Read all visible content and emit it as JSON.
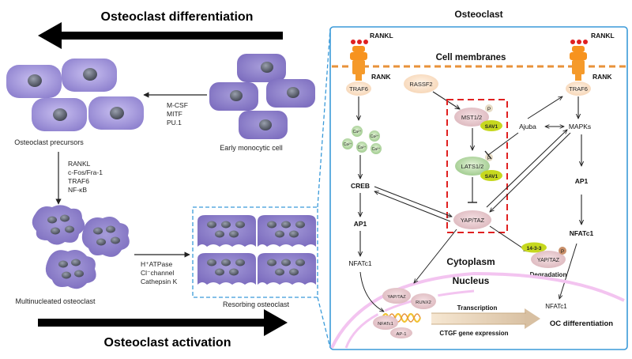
{
  "left": {
    "top_title": "Osteoclast differentiation",
    "bottom_title": "Osteoclast activation",
    "early_label": "Early monocytic cell",
    "precursor_label": "Osteoclast precursors",
    "multi_label": "Multinucleated osteoclast",
    "resorbing_label": "Resorbing osteoclast",
    "factors_1": [
      "M-CSF",
      "MITF",
      "PU.1"
    ],
    "factors_2": [
      "RANKL",
      "c-Fos/Fra-1",
      "TRAF6",
      "NF-κB"
    ],
    "factors_3": [
      "H⁺ATPase",
      "Cl⁻channel",
      "Cathepsin K"
    ]
  },
  "right": {
    "title": "Osteoclast",
    "membrane_label": "Cell membranes",
    "rankl_left": "RANKL",
    "rank_left": "RANK",
    "rankl_right": "RANKL",
    "rank_right": "RANK",
    "traf6_left": "TRAF6",
    "traf6_right": "TRAF6",
    "rassf2": "RASSF2",
    "mst": "MST1/2",
    "sav1_a": "SAV1",
    "lats": "LATS1/2",
    "sav1_b": "SAV1",
    "p": "P",
    "ajuba": "Ajuba",
    "mapks": "MAPKs",
    "ca": "Ca²⁺",
    "creb": "CREB",
    "ap1_left": "AP1",
    "nfatc1_left": "NFATc1",
    "ap1_right": "AP1",
    "nfatc1_right": "NFATc1",
    "yaptaz": "YAP/TAZ",
    "cytoplasm": "Cytoplasm",
    "nucleus": "Nucleus",
    "protein_1433": "14-3-3",
    "yaptaz_deg": "YAP/TAZ",
    "degradation": "Degradation",
    "nfatc1_nuc": "NFATc1",
    "oc_diff": "OC differentiation",
    "yaptaz_small": "YAP/TAZ",
    "runx2": "RUNX2",
    "nfatc1_dna": "NFATc1",
    "ap1_dna": "AP-1",
    "transcription": "Transcription",
    "ctgf": "CTGF gene expression"
  },
  "colors": {
    "cell_purple": "#9b8fd6",
    "nucleus_gray": "#5a5e6a",
    "rank_orange": "#f7931e",
    "membrane_orange": "#e8923a",
    "sav_green": "#c6d81f",
    "red_box": "#e02020",
    "panel_border": "#3a9ad9",
    "nucleus_pink": "#f3c4f0"
  }
}
